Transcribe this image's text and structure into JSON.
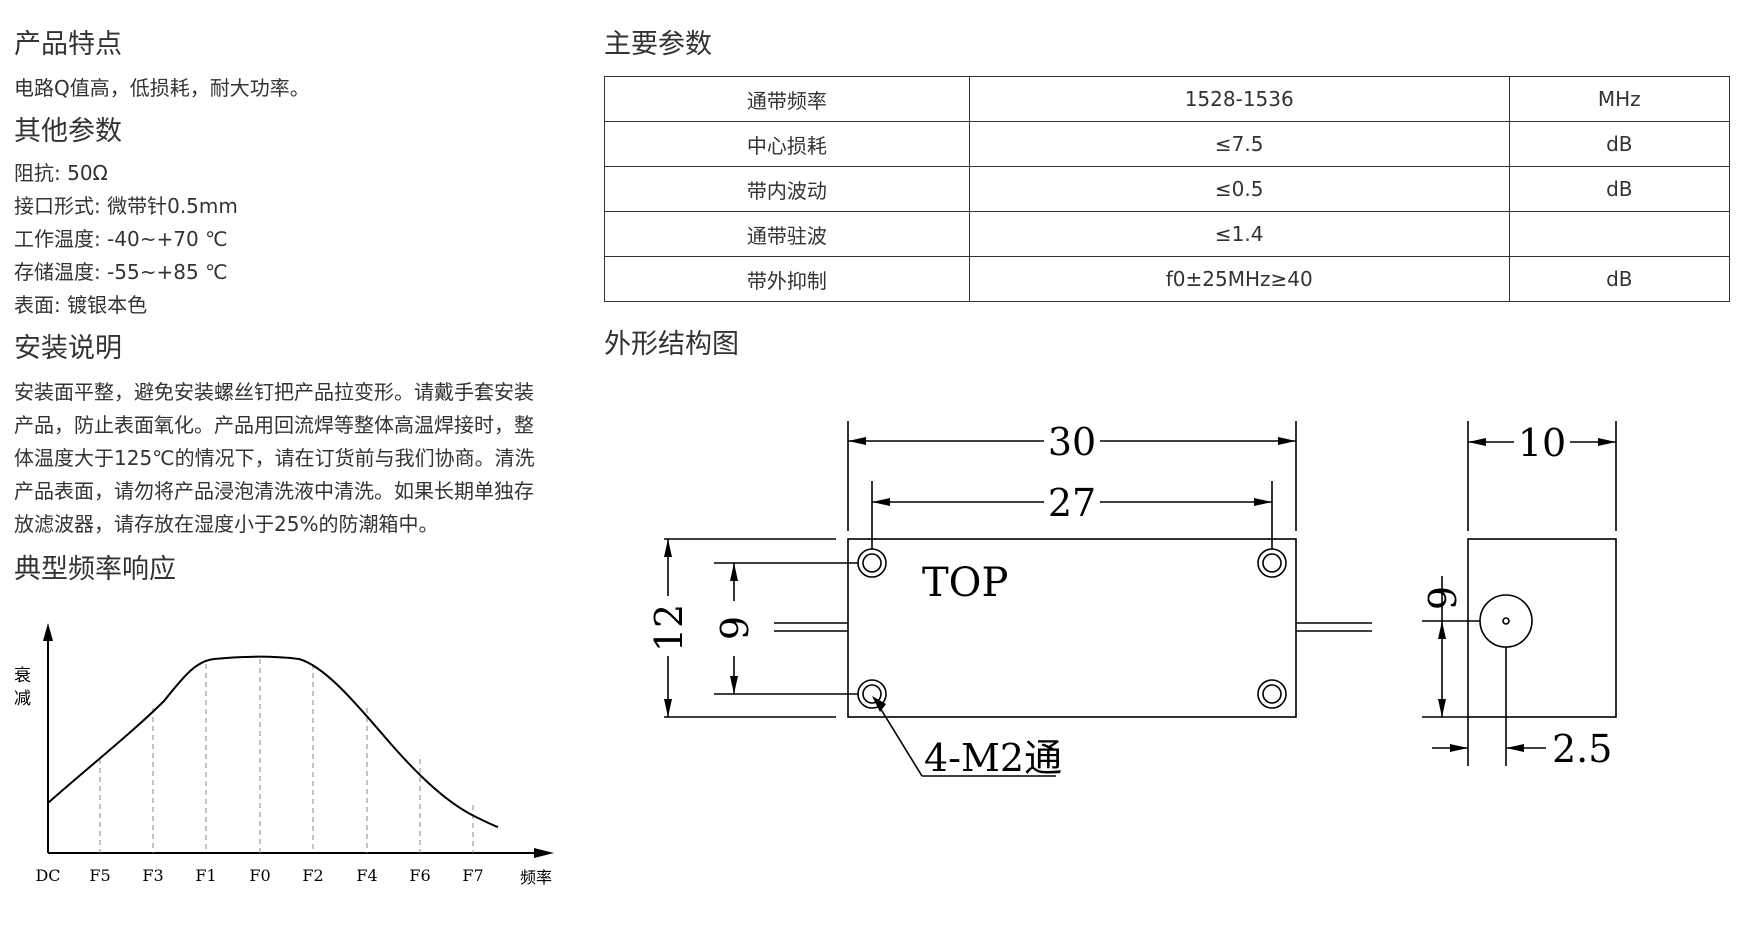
{
  "features": {
    "title": "产品特点",
    "text": "电路Q值高，低损耗，耐大功率。"
  },
  "other": {
    "title": "其他参数",
    "items": [
      "阻抗: 50Ω",
      "接口形式: 微带针0.5mm",
      "工作温度: -40~+70 ℃",
      "存储温度: -55~+85 ℃",
      "表面: 镀银本色"
    ]
  },
  "install": {
    "title": "安装说明",
    "text": "安装面平整，避免安装螺丝钉把产品拉变形。请戴手套安装产品，防止表面氧化。产品用回流焊等整体高温焊接时，整体温度大于125℃的情况下，请在订货前与我们协商。清洗产品表面，请勿将产品浸泡清洗液中清洗。如果长期单独存放滤波器，请存放在湿度小于25%的防潮箱中。"
  },
  "response": {
    "title": "典型频率响应",
    "ylabel": [
      "衰",
      "减"
    ],
    "xlabel": "频率",
    "ticks": [
      "DC",
      "F5",
      "F3",
      "F1",
      "F0",
      "F2",
      "F4",
      "F6",
      "F7"
    ]
  },
  "main_params": {
    "title": "主要参数",
    "rows": [
      [
        "通带频率",
        "1528-1536",
        "MHz"
      ],
      [
        "中心损耗",
        "≤7.5",
        "dB"
      ],
      [
        "带内波动",
        "≤0.5",
        "dB"
      ],
      [
        "通带驻波",
        "≤1.4",
        ""
      ],
      [
        "带外抑制",
        "f0±25MHz≥40",
        "dB"
      ]
    ]
  },
  "outline": {
    "title": "外形结构图",
    "dim_30": "30",
    "dim_27": "27",
    "dim_10": "10",
    "dim_12": "12",
    "dim_9_left": "9",
    "dim_9_side": "9",
    "dim_2_5": "2.5",
    "top_label": "TOP",
    "hole_label": "4-M2通"
  },
  "colors": {
    "text": "#333333",
    "line": "#000000"
  }
}
